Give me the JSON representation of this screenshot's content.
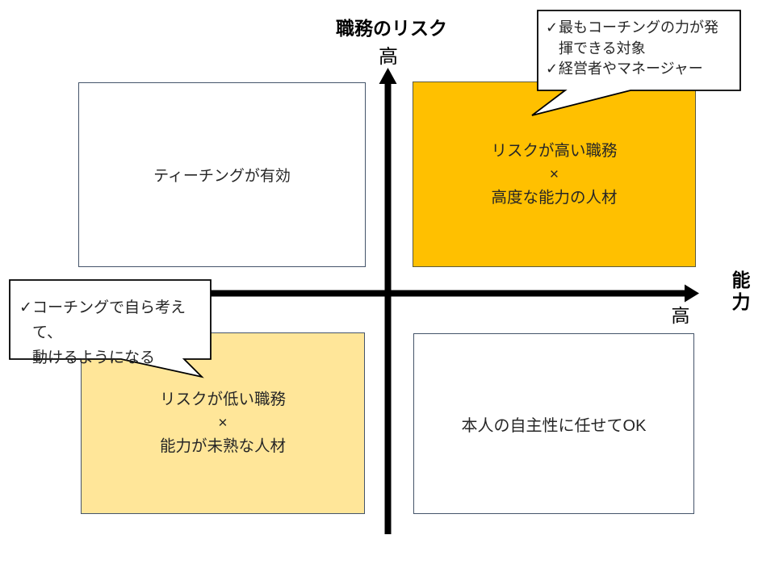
{
  "slide": {
    "y_axis": {
      "label": "職務のリスク",
      "high": "高"
    },
    "x_axis": {
      "label": "能力",
      "high": "高"
    },
    "quadrants": {
      "top_left": {
        "text": "ティーチングが有効"
      },
      "top_right": {
        "text": "リスクが高い職務\n×\n高度な能力の人材"
      },
      "bottom_left": {
        "text": "リスクが低い職務\n×\n能力が未熟な人材"
      },
      "bottom_right": {
        "text": "本人の自主性に任せてOK"
      }
    },
    "callouts": {
      "top_right": {
        "items": [
          {
            "check": "✓",
            "text": "最もコーチングの力が発\n揮できる対象"
          },
          {
            "check": "✓",
            "text": "経営者やマネージャー"
          }
        ]
      },
      "left": {
        "items": [
          {
            "check": "✓",
            "text": "コーチングで自ら考えて、\n動けるようになる"
          }
        ]
      }
    },
    "colors": {
      "top_right_fill": "#FFC000",
      "bottom_left_fill": "#FFE699",
      "white_box_border": "#44546A",
      "orange_box_border": "#5D5B3E",
      "axis": "#000000",
      "callout_border": "#000000",
      "callout_fill": "#FFFFFF",
      "text": "#262626"
    }
  }
}
